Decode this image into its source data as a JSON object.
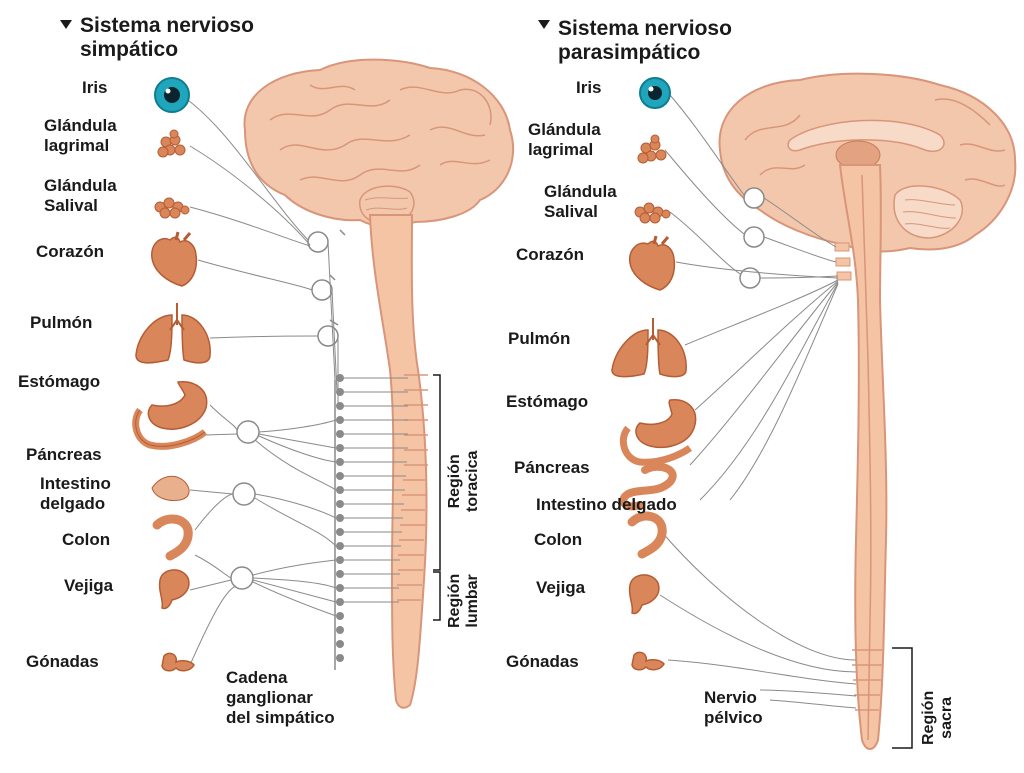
{
  "colors": {
    "organ": "#d9875a",
    "organ_dark": "#b65c33",
    "cord": "#f4c4a4",
    "cord_edge": "#d9957a",
    "brain": "#f3c7ab",
    "iris": "#1fa6bd",
    "nerve": "#8a8a8a",
    "text": "#1a1a1a"
  },
  "sympathetic": {
    "title": "Sistema nervioso\nsimpático",
    "labels": {
      "iris": "Iris",
      "lacrimal": "Glándula\nlagrimal",
      "salivary": "Glándula\nSalival",
      "heart": "Corazón",
      "lung": "Pulmón",
      "stomach": "Estómago",
      "pancreas": "Páncreas",
      "small_intestine": "Intestino\ndelgado",
      "colon": "Colon",
      "bladder": "Vejiga",
      "gonads": "Gónadas",
      "ganglion_chain": "Cadena\nganglionar\ndel simpático",
      "thoracic_region": "Región\ntoracica",
      "lumbar_region": "Región\nlumbar"
    }
  },
  "parasympathetic": {
    "title": "Sistema nervioso\nparasimpático",
    "labels": {
      "iris": "Iris",
      "lacrimal": "Glándula\nlagrimal",
      "salivary": "Glándula\nSalival",
      "heart": "Corazón",
      "lung": "Pulmón",
      "stomach": "Estómago",
      "pancreas": "Páncreas",
      "small_intestine": "Intestino delgado",
      "colon": "Colon",
      "bladder": "Vejiga",
      "gonads": "Gónadas",
      "pelvic_nerve": "Nervio\npélvico",
      "sacral_region": "Región\nsacra"
    }
  }
}
